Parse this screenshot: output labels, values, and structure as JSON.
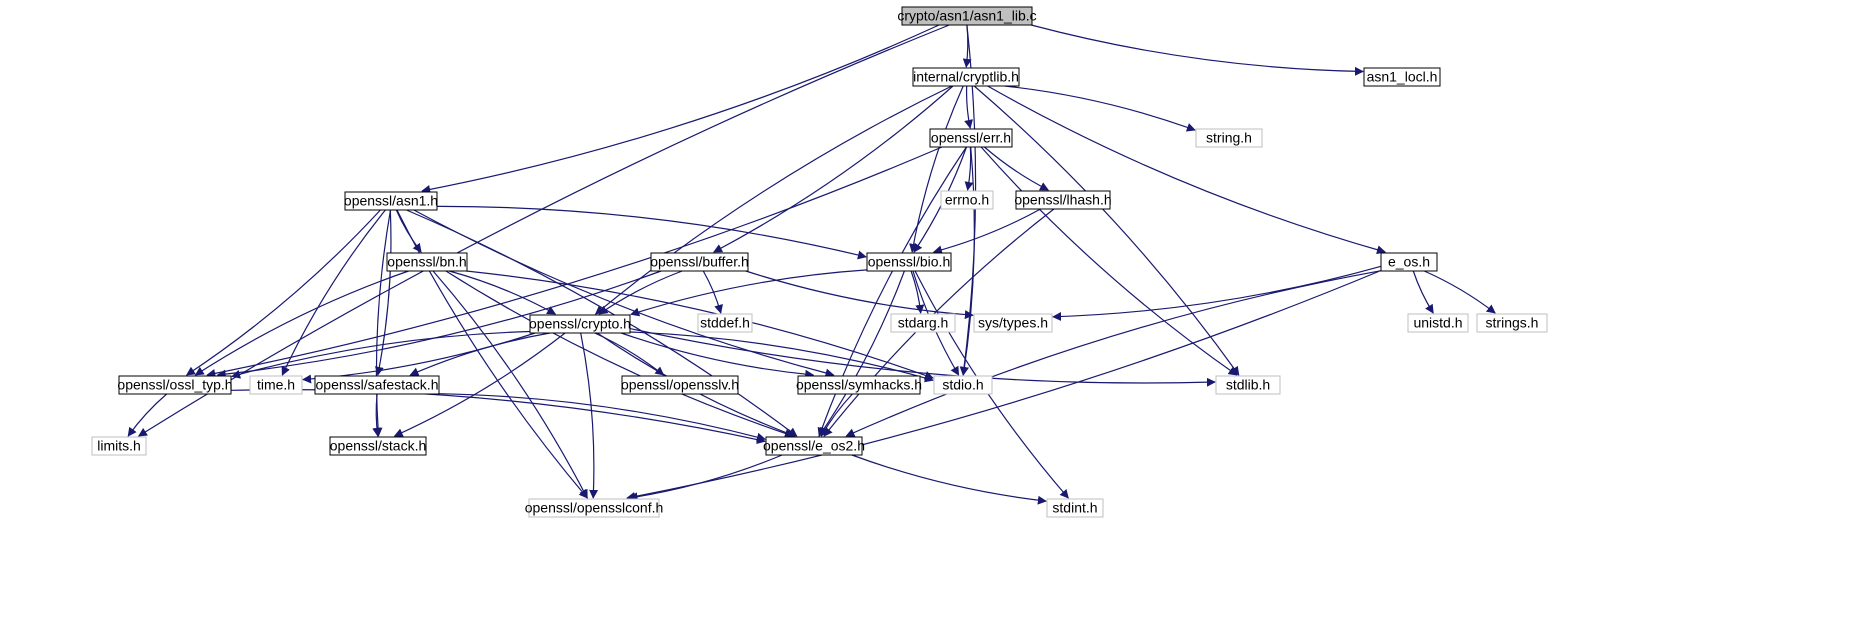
{
  "colors": {
    "edge": "#191970",
    "root_fill": "#bfbfbf",
    "project_border": "#000000",
    "system_border": "#bfbfbf",
    "background": "#ffffff"
  },
  "nodes": [
    {
      "id": "asn1_lib",
      "label": "crypto/asn1/asn1_lib.c",
      "kind": "root"
    },
    {
      "id": "cryptlib",
      "label": "internal/cryptlib.h",
      "kind": "project"
    },
    {
      "id": "asn1_locl",
      "label": "asn1_locl.h",
      "kind": "project"
    },
    {
      "id": "err",
      "label": "openssl/err.h",
      "kind": "project"
    },
    {
      "id": "string",
      "label": "string.h",
      "kind": "system"
    },
    {
      "id": "asn1",
      "label": "openssl/asn1.h",
      "kind": "project"
    },
    {
      "id": "errno",
      "label": "errno.h",
      "kind": "system"
    },
    {
      "id": "lhash",
      "label": "openssl/lhash.h",
      "kind": "project"
    },
    {
      "id": "bn",
      "label": "openssl/bn.h",
      "kind": "project"
    },
    {
      "id": "buffer",
      "label": "openssl/buffer.h",
      "kind": "project"
    },
    {
      "id": "bio",
      "label": "openssl/bio.h",
      "kind": "project"
    },
    {
      "id": "e_os",
      "label": "e_os.h",
      "kind": "project"
    },
    {
      "id": "crypto",
      "label": "openssl/crypto.h",
      "kind": "project"
    },
    {
      "id": "stddef",
      "label": "stddef.h",
      "kind": "system"
    },
    {
      "id": "stdarg",
      "label": "stdarg.h",
      "kind": "system"
    },
    {
      "id": "systypes",
      "label": "sys/types.h",
      "kind": "system"
    },
    {
      "id": "unistd",
      "label": "unistd.h",
      "kind": "system"
    },
    {
      "id": "strings",
      "label": "strings.h",
      "kind": "system"
    },
    {
      "id": "ossl_typ",
      "label": "openssl/ossl_typ.h",
      "kind": "project"
    },
    {
      "id": "time",
      "label": "time.h",
      "kind": "system"
    },
    {
      "id": "safestack",
      "label": "openssl/safestack.h",
      "kind": "project"
    },
    {
      "id": "opensslv",
      "label": "openssl/opensslv.h",
      "kind": "project"
    },
    {
      "id": "symhacks",
      "label": "openssl/symhacks.h",
      "kind": "project"
    },
    {
      "id": "stdio",
      "label": "stdio.h",
      "kind": "system"
    },
    {
      "id": "stdlib",
      "label": "stdlib.h",
      "kind": "system"
    },
    {
      "id": "limits",
      "label": "limits.h",
      "kind": "system"
    },
    {
      "id": "stack",
      "label": "openssl/stack.h",
      "kind": "project"
    },
    {
      "id": "e_os2",
      "label": "openssl/e_os2.h",
      "kind": "project"
    },
    {
      "id": "opensslconf",
      "label": "openssl/opensslconf.h",
      "kind": "system"
    },
    {
      "id": "stdint",
      "label": "stdint.h",
      "kind": "system"
    }
  ],
  "edges": [
    [
      "asn1_lib",
      "cryptlib"
    ],
    [
      "asn1_lib",
      "asn1_locl"
    ],
    [
      "asn1_lib",
      "asn1"
    ],
    [
      "asn1_lib",
      "limits"
    ],
    [
      "asn1_lib",
      "stdio"
    ],
    [
      "cryptlib",
      "err"
    ],
    [
      "cryptlib",
      "string"
    ],
    [
      "cryptlib",
      "e_os"
    ],
    [
      "cryptlib",
      "stdlib"
    ],
    [
      "cryptlib",
      "bio"
    ],
    [
      "cryptlib",
      "buffer"
    ],
    [
      "cryptlib",
      "crypto"
    ],
    [
      "err",
      "errno"
    ],
    [
      "err",
      "lhash"
    ],
    [
      "err",
      "bio"
    ],
    [
      "err",
      "stdlib"
    ],
    [
      "err",
      "stdio"
    ],
    [
      "err",
      "e_os2"
    ],
    [
      "err",
      "ossl_typ"
    ],
    [
      "asn1",
      "bn"
    ],
    [
      "asn1",
      "bio"
    ],
    [
      "asn1",
      "time"
    ],
    [
      "asn1",
      "safestack"
    ],
    [
      "asn1",
      "symhacks"
    ],
    [
      "asn1",
      "ossl_typ"
    ],
    [
      "asn1",
      "stack"
    ],
    [
      "asn1",
      "e_os2"
    ],
    [
      "asn1",
      "opensslconf"
    ],
    [
      "lhash",
      "bio"
    ],
    [
      "lhash",
      "e_os2"
    ],
    [
      "bn",
      "crypto"
    ],
    [
      "bn",
      "ossl_typ"
    ],
    [
      "bn",
      "stdio"
    ],
    [
      "bn",
      "e_os2"
    ],
    [
      "bn",
      "opensslconf"
    ],
    [
      "buffer",
      "crypto"
    ],
    [
      "buffer",
      "stddef"
    ],
    [
      "buffer",
      "systypes"
    ],
    [
      "buffer",
      "ossl_typ"
    ],
    [
      "bio",
      "crypto"
    ],
    [
      "bio",
      "stdarg"
    ],
    [
      "bio",
      "stdio"
    ],
    [
      "bio",
      "e_os2"
    ],
    [
      "bio",
      "stdint"
    ],
    [
      "e_os",
      "systypes"
    ],
    [
      "e_os",
      "unistd"
    ],
    [
      "e_os",
      "strings"
    ],
    [
      "e_os",
      "e_os2"
    ],
    [
      "e_os",
      "opensslconf"
    ],
    [
      "crypto",
      "ossl_typ"
    ],
    [
      "crypto",
      "time"
    ],
    [
      "crypto",
      "safestack"
    ],
    [
      "crypto",
      "opensslv"
    ],
    [
      "crypto",
      "symhacks"
    ],
    [
      "crypto",
      "stdio"
    ],
    [
      "crypto",
      "stdlib"
    ],
    [
      "crypto",
      "stack"
    ],
    [
      "crypto",
      "e_os2"
    ],
    [
      "crypto",
      "opensslconf"
    ],
    [
      "ossl_typ",
      "limits"
    ],
    [
      "ossl_typ",
      "e_os2"
    ],
    [
      "safestack",
      "stack"
    ],
    [
      "safestack",
      "e_os2"
    ],
    [
      "symhacks",
      "e_os2"
    ],
    [
      "e_os2",
      "opensslconf"
    ],
    [
      "e_os2",
      "stdint"
    ]
  ]
}
